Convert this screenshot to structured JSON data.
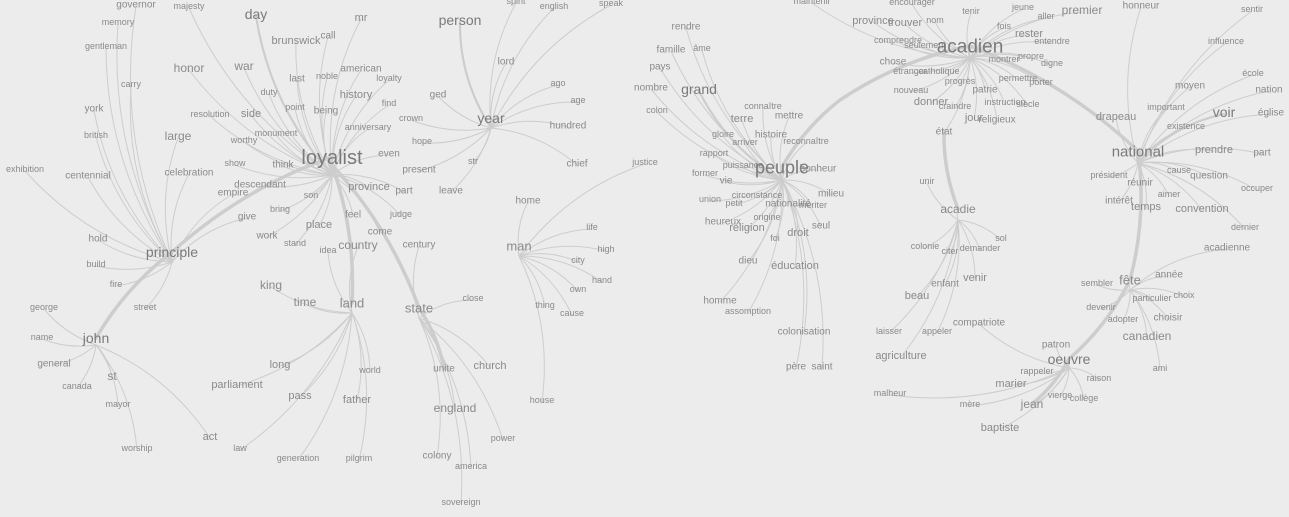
{
  "clusters": [
    {
      "id": "english",
      "hubs": [
        "loyalist",
        "john",
        "state"
      ],
      "words": [
        "governor",
        "majesty",
        "day",
        "mr",
        "person",
        "spirit",
        "english",
        "speak",
        "memory",
        "gentleman",
        "call",
        "brunswick",
        "honor",
        "war",
        "american",
        "lord",
        "carry",
        "duty",
        "last",
        "noble",
        "loyalty",
        "york",
        "resolution",
        "side",
        "point",
        "history",
        "ged",
        "being",
        "find",
        "crown",
        "british",
        "large",
        "year",
        "ago",
        "age",
        "hundred",
        "worthy",
        "monument",
        "anniversary",
        "hope",
        "exhibition",
        "centennial",
        "celebration",
        "show",
        "think",
        "loyalist",
        "even",
        "chief",
        "justice",
        "present",
        "str",
        "descendant",
        "empire",
        "province",
        "part",
        "leave",
        "son",
        "home",
        "give",
        "bring",
        "feel",
        "judge",
        "hold",
        "work",
        "place",
        "come",
        "life",
        "stand",
        "idea",
        "country",
        "century",
        "man",
        "high",
        "principle",
        "city",
        "build",
        "hand",
        "fire",
        "own",
        "king",
        "time",
        "land",
        "state",
        "close",
        "george",
        "street",
        "thing",
        "cause",
        "name",
        "john",
        "general",
        "st",
        "unite",
        "church",
        "long",
        "world",
        "canada",
        "parliament",
        "pass",
        "father",
        "house",
        "mayor",
        "england",
        "act",
        "power",
        "law",
        "worship",
        "generation",
        "pilgrim",
        "colony",
        "america",
        "sovereign"
      ]
    },
    {
      "id": "french",
      "hubs": [
        "peuple",
        "acadien",
        "national",
        "saint"
      ],
      "words": [
        "maintenir",
        "encourager",
        "province",
        "trouver",
        "nom",
        "tenir",
        "jeune",
        "premier",
        "honneur",
        "sentir",
        "rendre",
        "comprendre",
        "seulement",
        "acadien",
        "fois",
        "aller",
        "rester",
        "entendre",
        "famille",
        "âme",
        "chose",
        "montrer",
        "propre",
        "influence",
        "pays",
        "étranger",
        "catholique",
        "digne",
        "école",
        "nombre",
        "grand",
        "nouveau",
        "progrès",
        "permettre",
        "porter",
        "moyen",
        "nation",
        "colon",
        "donner",
        "patrie",
        "instruction",
        "siècle",
        "connaître",
        "mettre",
        "important",
        "voir",
        "église",
        "terre",
        "craindre",
        "jour",
        "religieux",
        "drapeau",
        "existence",
        "gloire",
        "arriver",
        "histoire",
        "reconnaître",
        "état",
        "rapport",
        "puissance",
        "national",
        "prendre",
        "part",
        "former",
        "peuple",
        "bonheur",
        "vie",
        "président",
        "cause",
        "question",
        "circonstance",
        "milieu",
        "union",
        "petit",
        "nationalité",
        "mériter",
        "unir",
        "réunir",
        "aimer",
        "occuper",
        "heureux",
        "origine",
        "religion",
        "seul",
        "intérêt",
        "temps",
        "convention",
        "foi",
        "droit",
        "acadie",
        "dernier",
        "sol",
        "dieu",
        "éducation",
        "colonie",
        "citer",
        "demander",
        "acadienne",
        "enfant",
        "venir",
        "fête",
        "année",
        "beau",
        "sembler",
        "particulier",
        "choix",
        "homme",
        "assomption",
        "devenir",
        "adopter",
        "choisir",
        "compatriote",
        "canadien",
        "colonisation",
        "laisser",
        "appeler",
        "patron",
        "père",
        "saint",
        "agriculture",
        "oeuvre",
        "rappeler",
        "ami",
        "raison",
        "marier",
        "malheur",
        "vierge",
        "collège",
        "mère",
        "jean",
        "baptiste"
      ]
    }
  ]
}
